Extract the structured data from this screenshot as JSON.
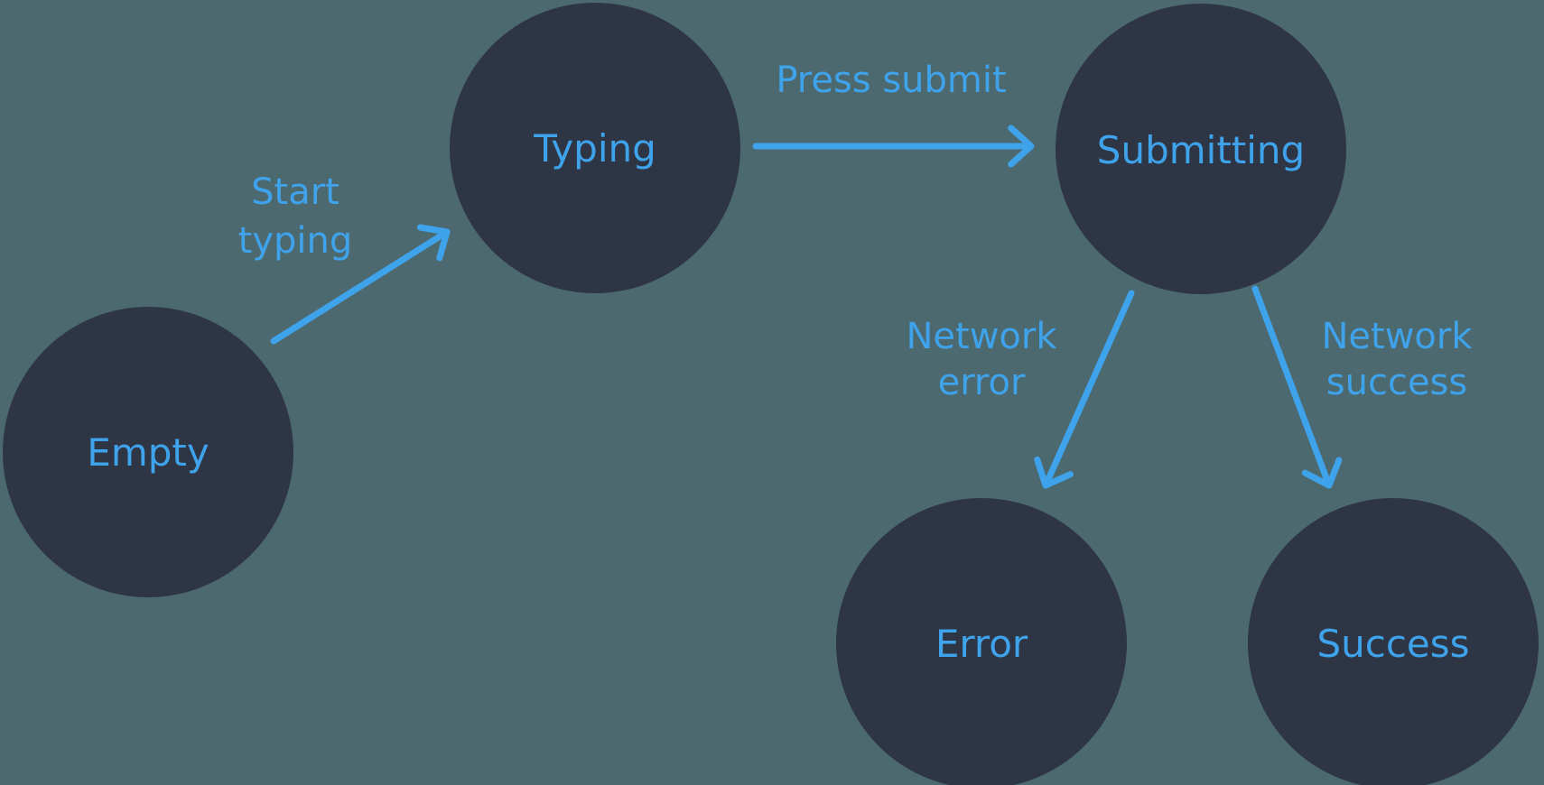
{
  "diagram": {
    "title": "form submission state machine",
    "type": "state-machine"
  },
  "colors": {
    "background": "#4C6970",
    "node": "#2E3645",
    "accent": "#3FA3EC"
  },
  "nodes": [
    {
      "id": "empty",
      "label": "Empty"
    },
    {
      "id": "typing",
      "label": "Typing"
    },
    {
      "id": "submitting",
      "label": "Submitting"
    },
    {
      "id": "error",
      "label": "Error"
    },
    {
      "id": "success",
      "label": "Success"
    }
  ],
  "edges": [
    {
      "from": "empty",
      "to": "typing",
      "label": "Start typing",
      "label_lines": [
        "Start",
        "typing"
      ]
    },
    {
      "from": "typing",
      "to": "submitting",
      "label": "Press submit",
      "label_lines": [
        "Press submit",
        ""
      ]
    },
    {
      "from": "submitting",
      "to": "error",
      "label": "Network error",
      "label_lines": [
        "Network",
        "error"
      ]
    },
    {
      "from": "submitting",
      "to": "success",
      "label": "Network success",
      "label_lines": [
        "Network",
        "success"
      ]
    }
  ]
}
